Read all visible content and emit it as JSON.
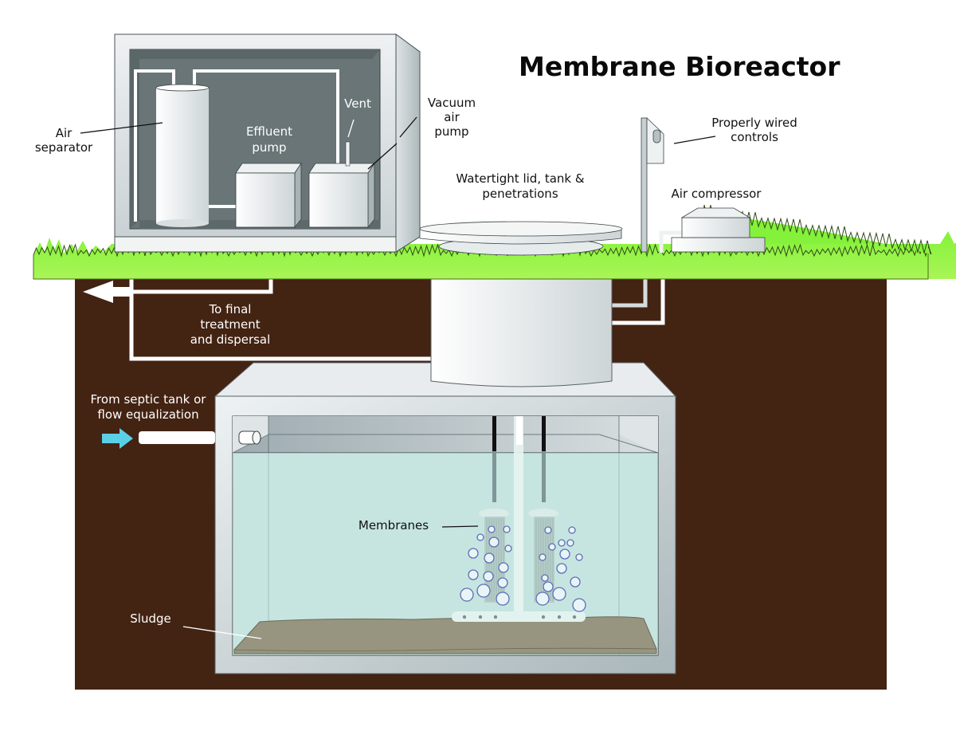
{
  "title": "Membrane Bioreactor",
  "colors": {
    "soil": "#432312",
    "grass": "#84f23a",
    "grass_light": "#a6f550",
    "enclosure_dark": "#687577",
    "metal_light": "#f2f4f4",
    "metal_mid": "#cfd6d8",
    "water": "#c6e5e0",
    "water_top": "#b9c8cb",
    "sludge": "#979580",
    "bubble_stroke": "#5a6fb8",
    "inflow_arrow": "#5ad0e6",
    "outflow_arrow": "#ffffff"
  },
  "labels": {
    "air_separator": [
      "Air",
      "separator"
    ],
    "effluent_pump": [
      "Effluent",
      "pump"
    ],
    "vent": [
      "Vent"
    ],
    "vacuum_air_pump": [
      "Vacuum",
      "air",
      "pump"
    ],
    "watertight": [
      "Watertight lid, tank &",
      "penetrations"
    ],
    "properly_wired": [
      "Properly wired",
      "controls"
    ],
    "air_compressor": [
      "Air compressor"
    ],
    "to_final": [
      "To final",
      "treatment",
      "and dispersal"
    ],
    "from_septic": [
      "From septic tank or",
      "flow equalization"
    ],
    "membranes": [
      "Membranes"
    ],
    "sludge": [
      "Sludge"
    ]
  },
  "icons": {
    "outflow": "arrow-left-icon",
    "inflow": "arrow-right-icon",
    "bubbles": "air-bubble-icon"
  }
}
